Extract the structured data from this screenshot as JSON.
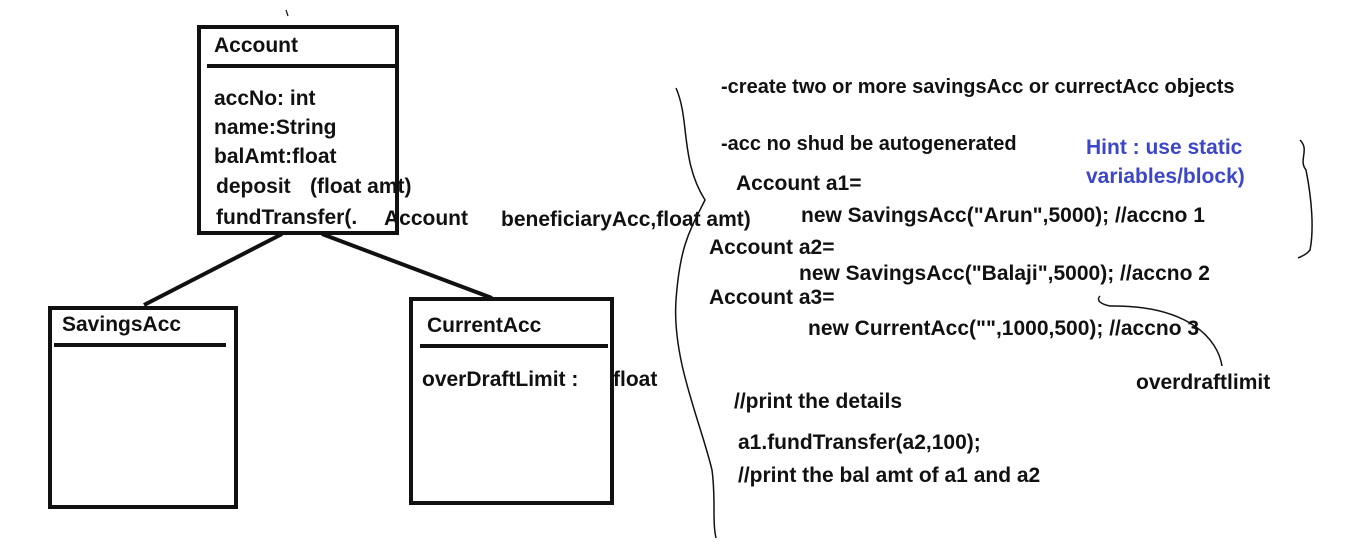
{
  "account_class": {
    "name": "Account",
    "members": [
      "accNo: int",
      "name:String",
      "balAmt:float",
      "deposit",
      "(float amt)",
      "fundTransfer(.",
      "Account"
    ]
  },
  "savings_class": {
    "name": "SavingsAcc"
  },
  "current_class": {
    "name": "CurrentAcc",
    "member": "overDraftLimit :",
    "member_type": "float"
  },
  "beneficiary_text": "beneficiaryAcc,float amt)",
  "notes": {
    "create_objects": "-create two or more savingsAcc or currectAcc objects",
    "autogen": "-acc no shud be autogenerated",
    "hint_line1": "Hint : use static",
    "hint_line2": "variables/block)",
    "a1_decl": "Account a1=",
    "a1_new": "new SavingsAcc(\"Arun\",5000);  //accno 1",
    "a2_decl": "Account a2=",
    "a2_new": "new SavingsAcc(\"Balaji\",5000); //accno 2",
    "a3_decl": "Account a3=",
    "a3_new": "new CurrentAcc(\"\",1000,500);  //accno 3",
    "overdraft_label": "overdraftlimit",
    "print_details": "//print the details",
    "fund_transfer_call": "a1.fundTransfer(a2,100);",
    "print_bal": "//print the bal amt of a1 and a2"
  },
  "colors": {
    "ink": "#111111",
    "hint": "#3b46c8"
  },
  "icons": []
}
